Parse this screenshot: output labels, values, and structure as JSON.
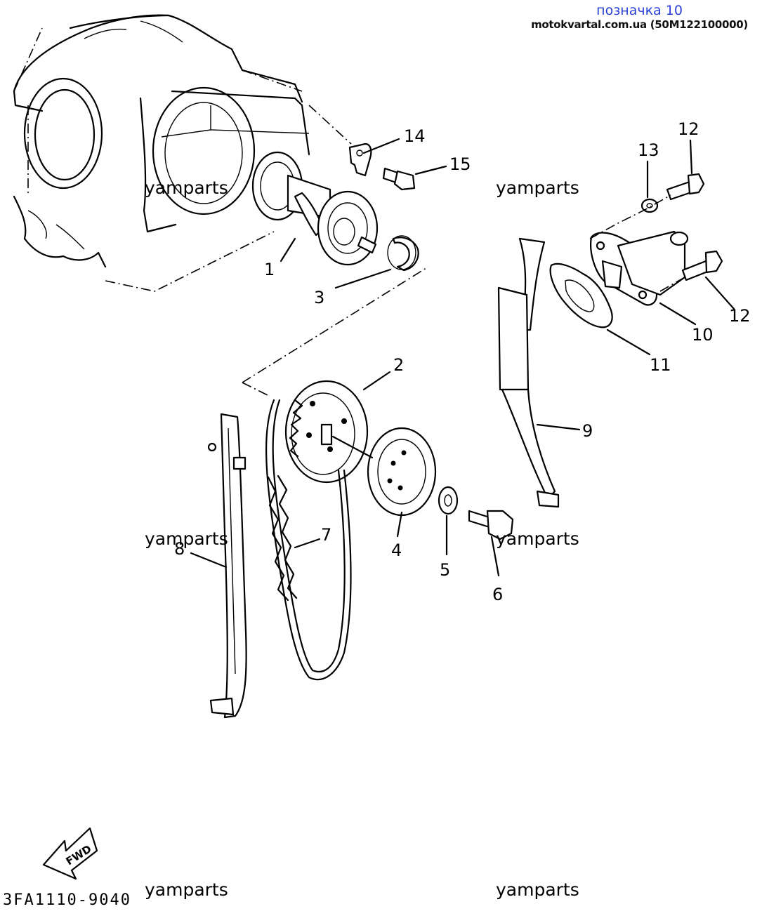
{
  "header": {
    "title": "позначка 10",
    "subtitle": "motokvartal.com.ua (50M122100000)"
  },
  "watermark": "yamparts",
  "drawing_code": "3FA1110-9040",
  "fwd_label": "FWD",
  "callouts": {
    "p1": "1",
    "p2": "2",
    "p3": "3",
    "p4": "4",
    "p5": "5",
    "p6": "6",
    "p7": "7",
    "p8": "8",
    "p9": "9",
    "p10": "10",
    "p11": "11",
    "p12a": "12",
    "p12b": "12",
    "p13": "13",
    "p14": "14",
    "p15": "15"
  },
  "colors": {
    "header_title": "#2a3fd6",
    "ink": "#000000",
    "background": "#ffffff"
  }
}
